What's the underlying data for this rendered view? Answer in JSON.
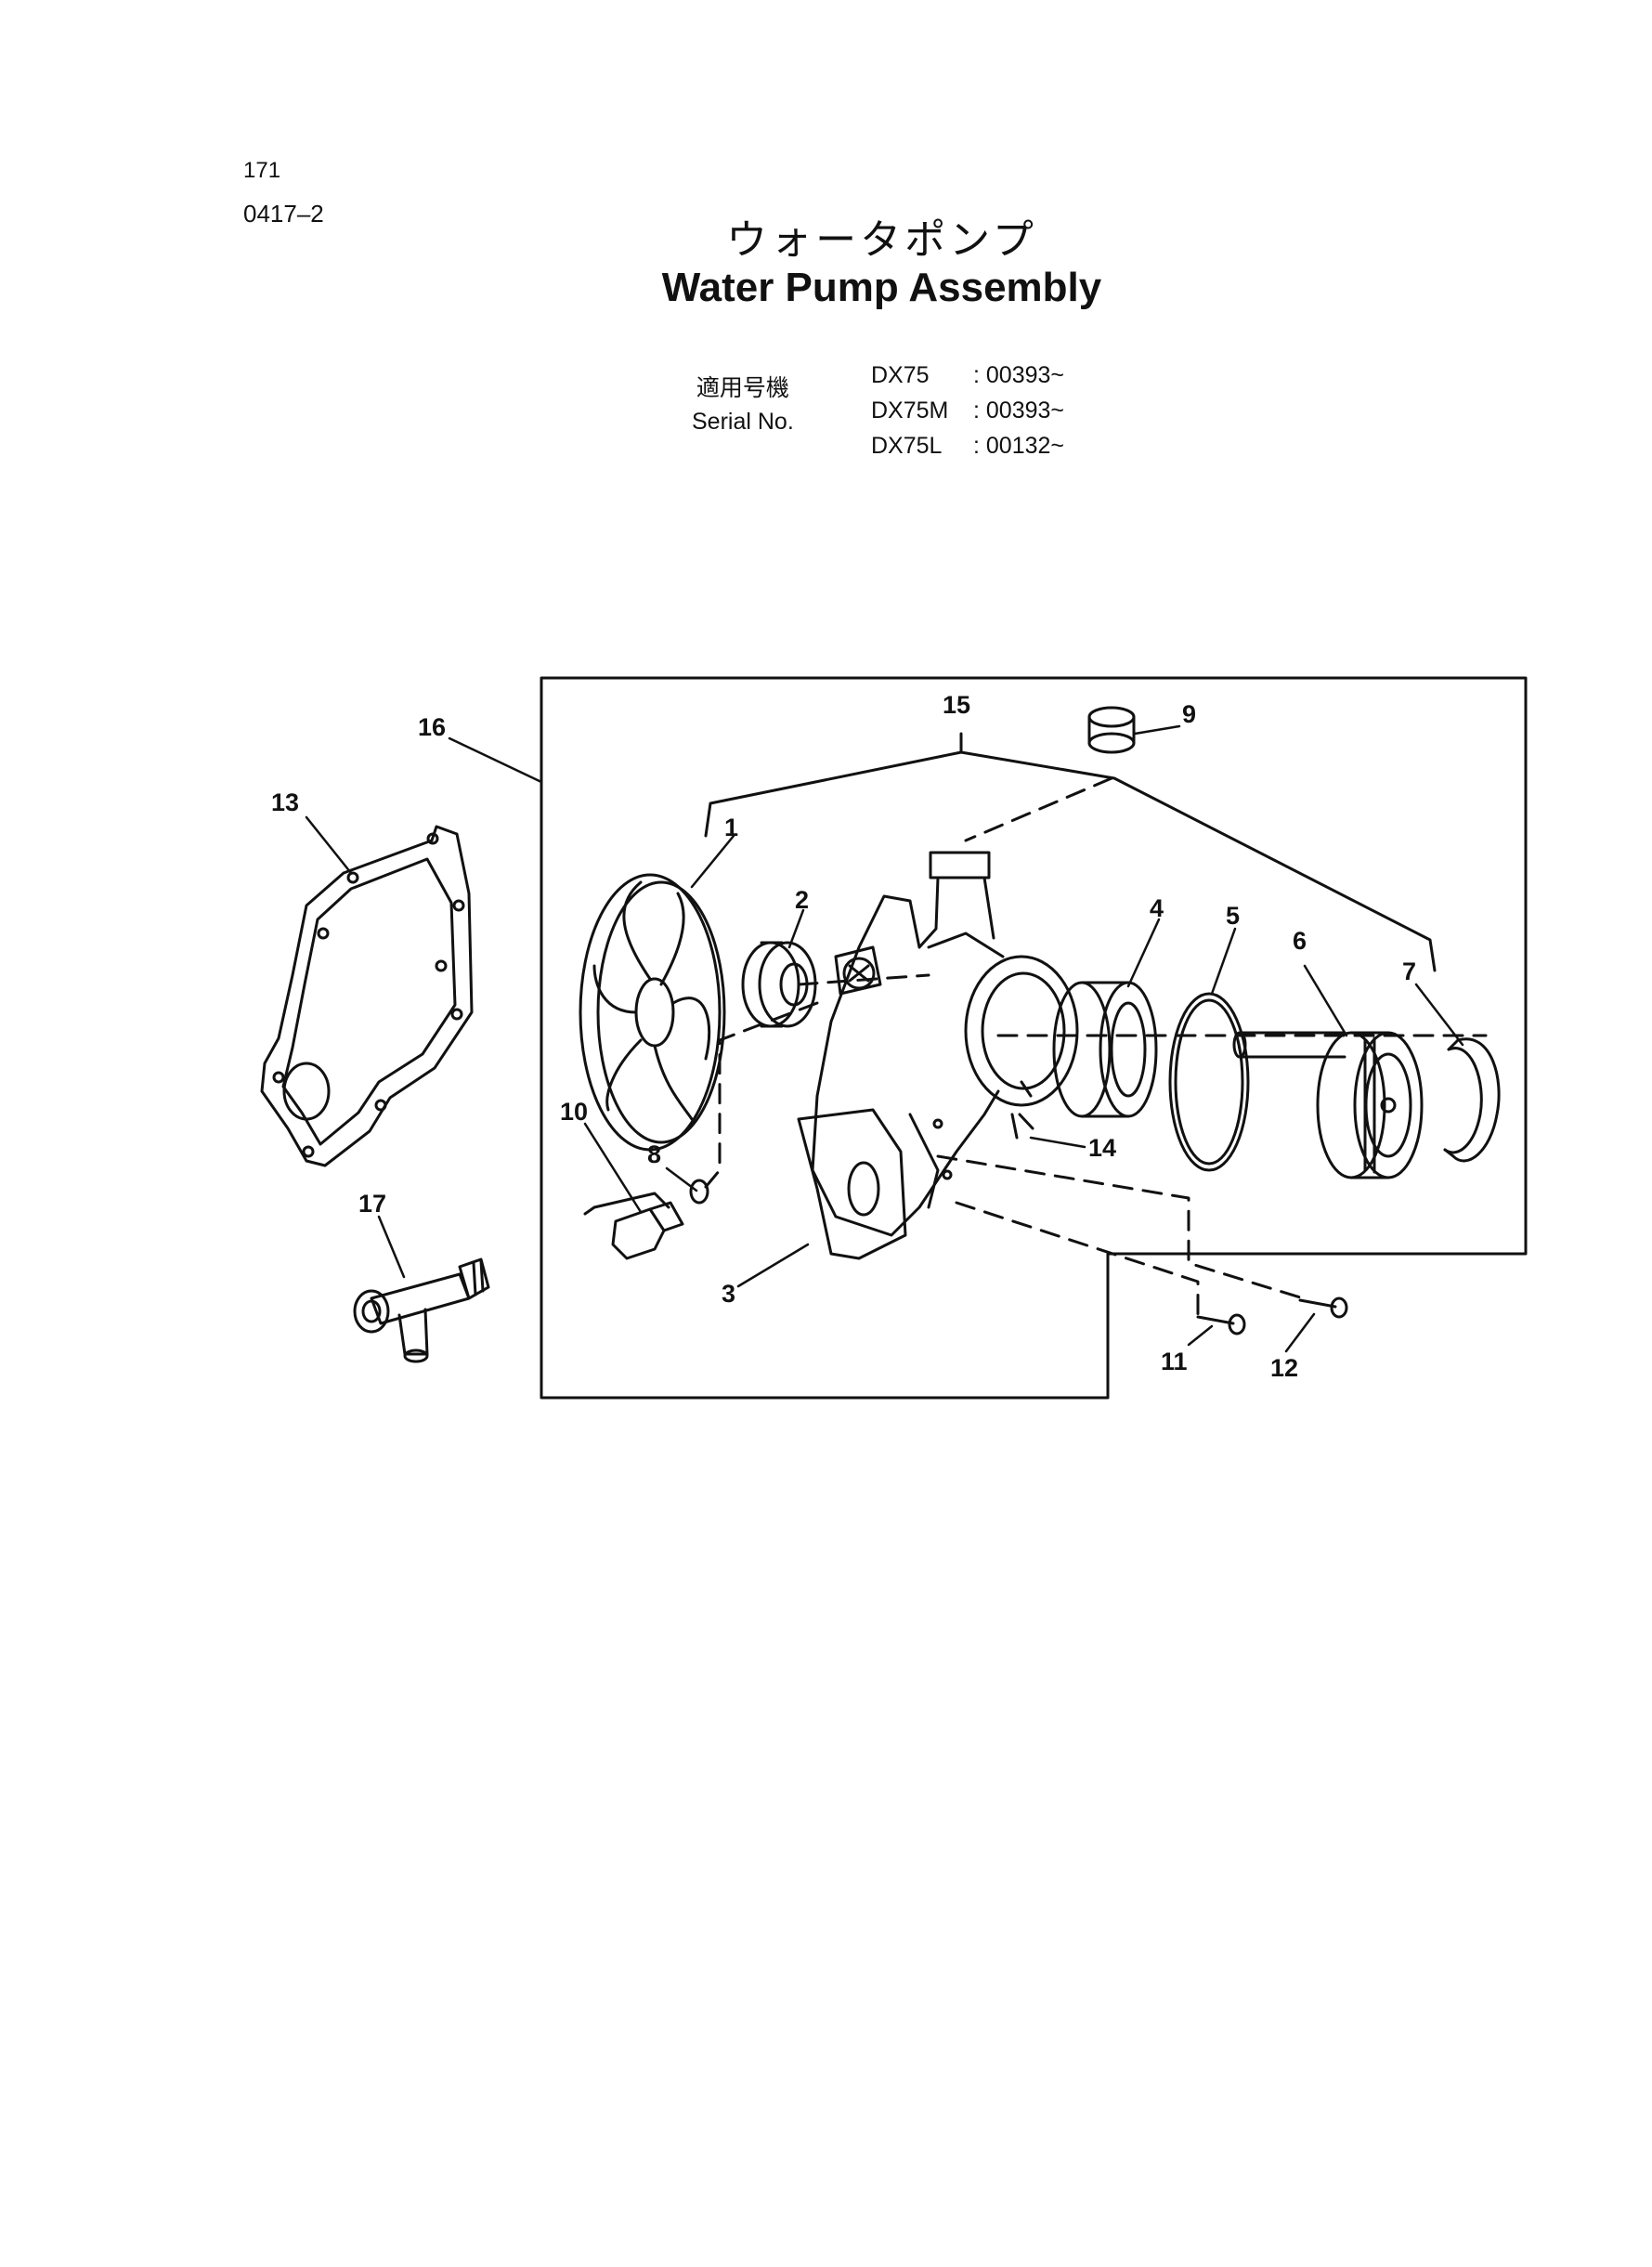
{
  "header": {
    "page_number": "171",
    "reference_code": "0417–2",
    "title_japanese": "ウォータポンプ",
    "title_english": "Water Pump Assembly"
  },
  "serial": {
    "label_japanese": "適用号機",
    "label_english": "Serial No.",
    "entries": [
      {
        "model": "DX75",
        "range": ": 00393~"
      },
      {
        "model": "DX75M",
        "range": ": 00393~"
      },
      {
        "model": "DX75L",
        "range": ": 00132~"
      }
    ]
  },
  "callouts": {
    "c1": "1",
    "c2": "2",
    "c3": "3",
    "c4": "4",
    "c5": "5",
    "c6": "6",
    "c7": "7",
    "c8": "8",
    "c9": "9",
    "c10": "10",
    "c11": "11",
    "c12": "12",
    "c13": "13",
    "c14": "14",
    "c15": "15",
    "c16": "16",
    "c17": "17"
  }
}
